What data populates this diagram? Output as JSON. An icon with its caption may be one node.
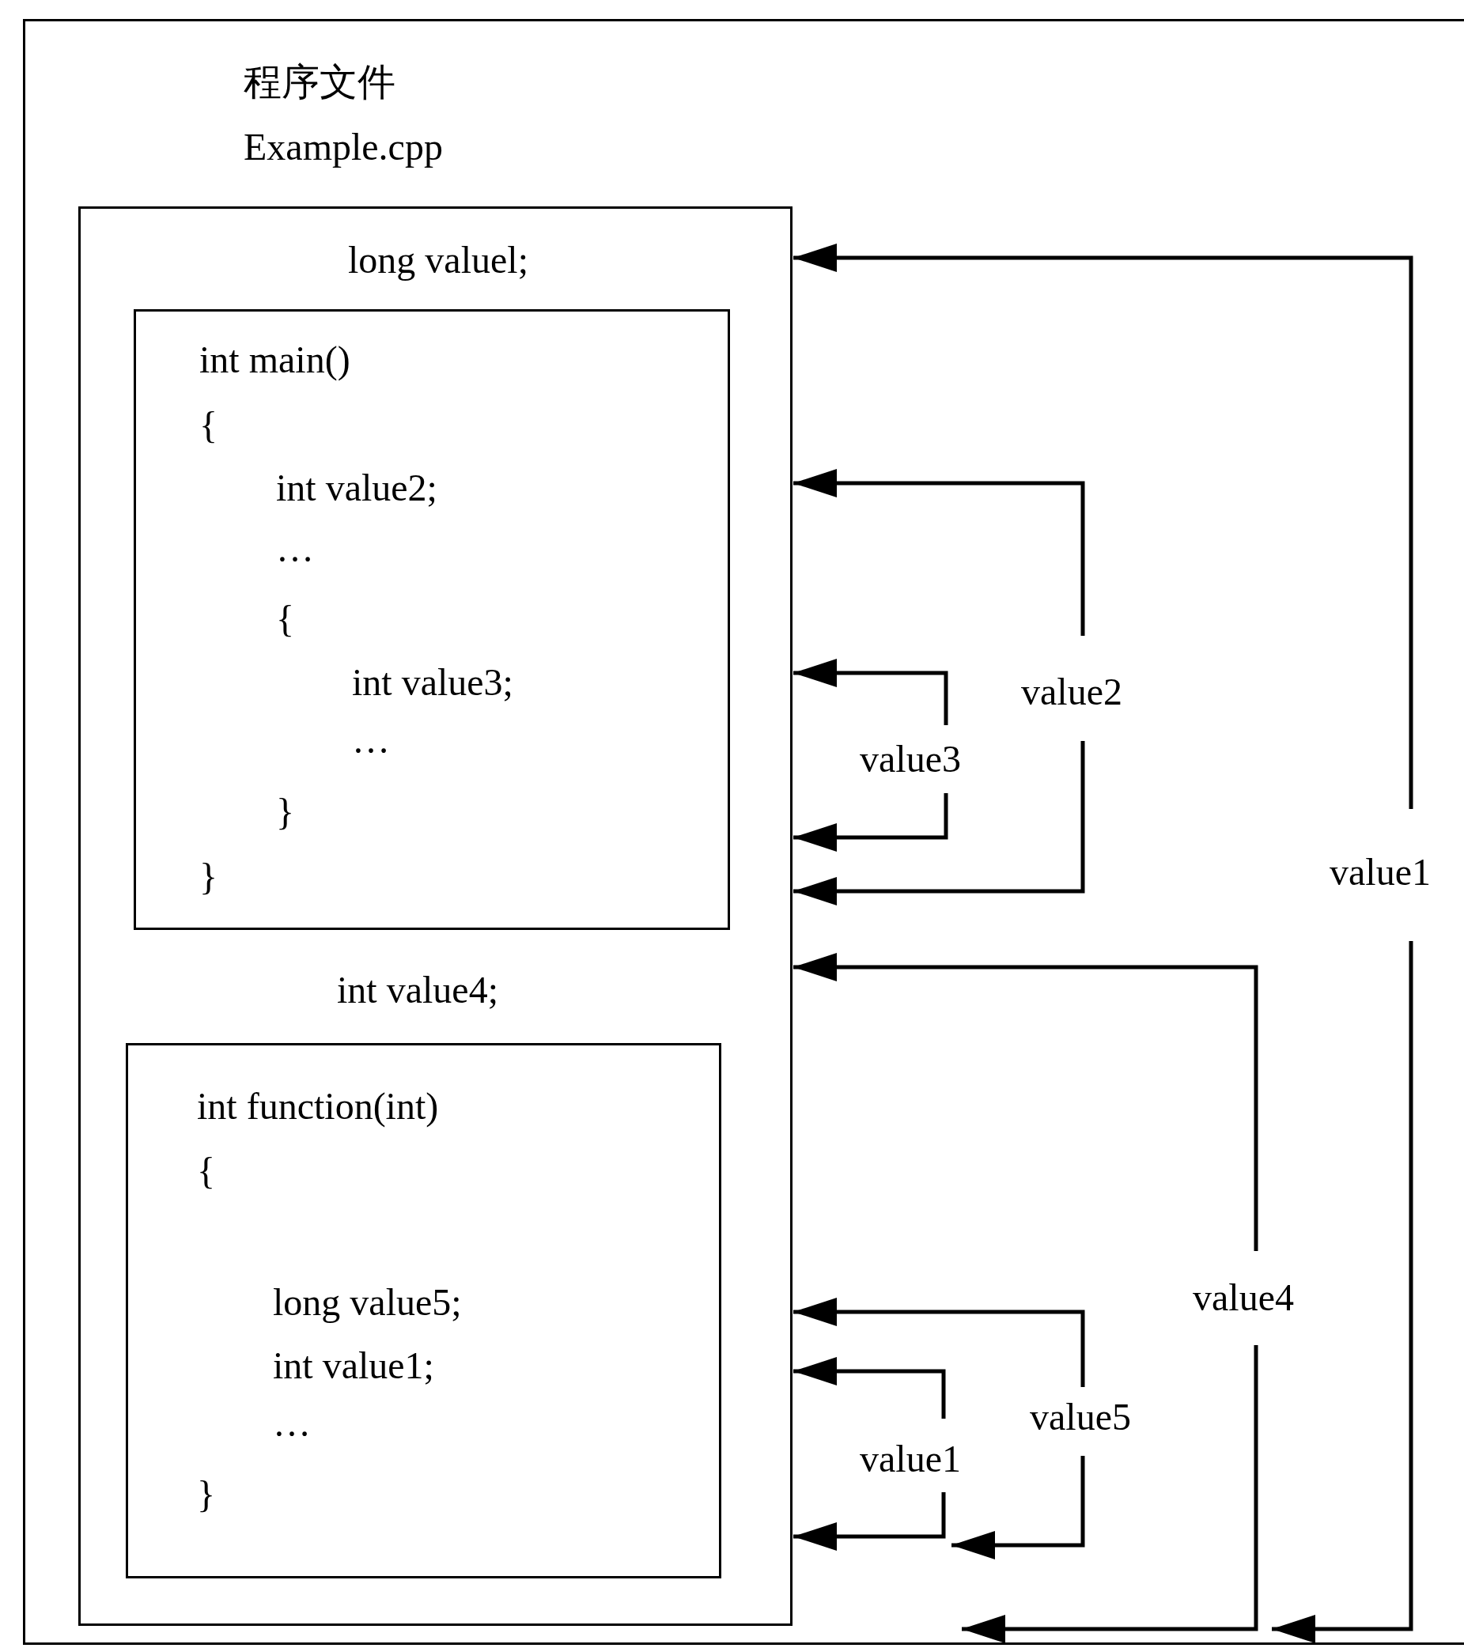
{
  "diagram": {
    "nodes": [
      {
        "text": [
          "程序文件",
          "Example.cpp"
        ]
      },
      {
        "text": [
          "long valuel;",
          "int value4;"
        ],
        "in": 0
      },
      {
        "text": [
          "int main()",
          "{",
          "int value2;",
          "…",
          "{",
          "int value3;",
          "…",
          "}",
          "}"
        ],
        "in": 1
      },
      {
        "text": [
          "int function(int)",
          "{",
          "long value5;",
          "int value1;",
          "…",
          "}"
        ],
        "in": 1
      }
    ],
    "labels": [
      "value2",
      "value3",
      "value1",
      "value4",
      "value5",
      "value1"
    ]
  }
}
